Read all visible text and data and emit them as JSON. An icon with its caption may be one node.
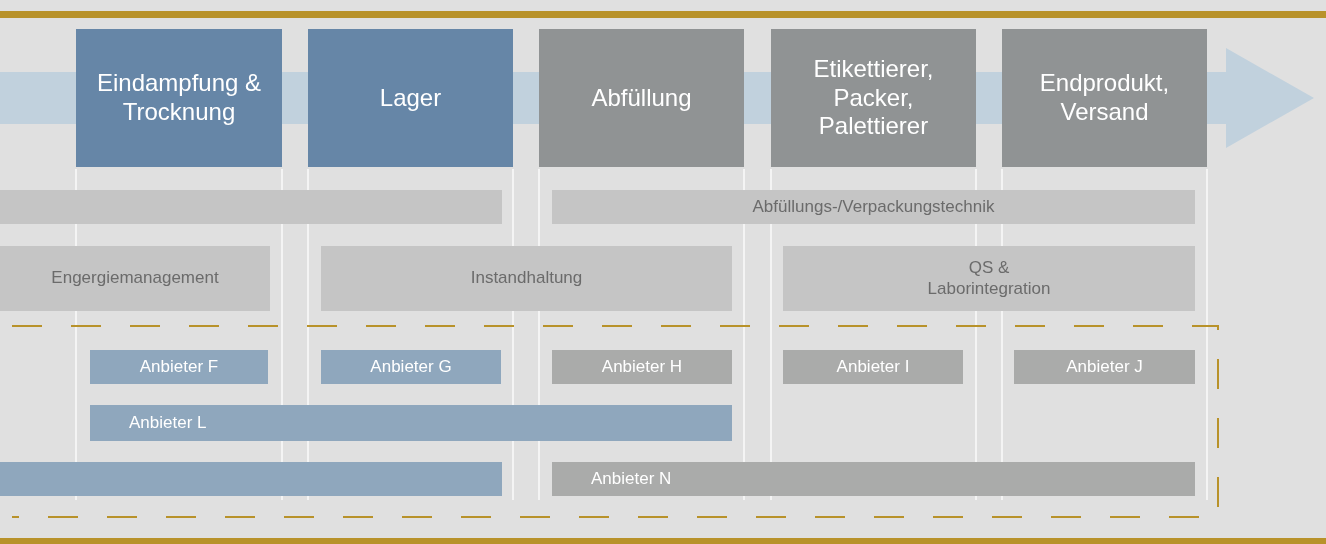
{
  "diagram": {
    "nodes": [
      {
        "text": [
          "Eindampfung & Trocknung"
        ]
      },
      {
        "text": [
          "Lager"
        ]
      },
      {
        "text": [
          "Abfüllung"
        ]
      },
      {
        "text": [
          "Etikettierer, Packer, Palettierer"
        ]
      },
      {
        "text": [
          "Endprodukt, Versand"
        ]
      },
      {
        "text": [],
        "shape": "bar"
      },
      {
        "text": [
          "Abfüllungs-/Verpackungstechnik"
        ]
      },
      {
        "text": [
          "Engergiemanagement"
        ]
      },
      {
        "text": [
          "Instandhaltung"
        ]
      },
      {
        "text": [
          "QS & Laborintegration"
        ]
      },
      {
        "text": [],
        "shape": "box"
      },
      {
        "text": [
          "Anbieter F"
        ],
        "in": 10
      },
      {
        "text": [
          "Anbieter G"
        ],
        "in": 10
      },
      {
        "text": [
          "Anbieter H"
        ],
        "in": 10
      },
      {
        "text": [
          "Anbieter I"
        ],
        "in": 10
      },
      {
        "text": [
          "Anbieter J"
        ],
        "in": 10
      },
      {
        "text": [
          "Anbieter L"
        ],
        "in": 10
      },
      {
        "text": [],
        "shape": "bar",
        "in": 10
      },
      {
        "text": [
          "Anbieter N"
        ],
        "in": 10
      }
    ]
  }
}
